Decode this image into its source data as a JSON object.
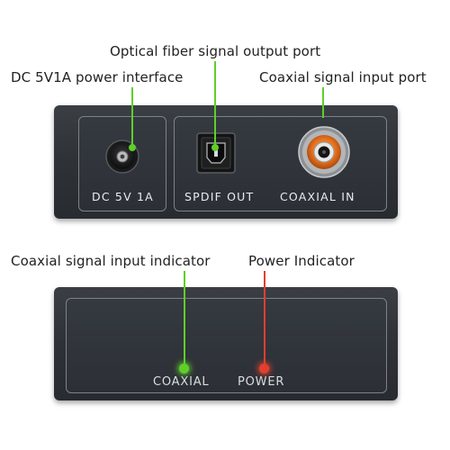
{
  "callouts": {
    "optical_port": "Optical fiber signal output port",
    "dc_power": "DC 5V1A power interface",
    "coaxial_port": "Coaxial signal input port",
    "coaxial_indicator": "Coaxial signal input indicator",
    "power_indicator": "Power Indicator"
  },
  "back_panel": {
    "dc_label": "DC  5V 1A",
    "spdif_label": "SPDIF  OUT",
    "coaxial_label": "COAXIAL  IN"
  },
  "front_panel": {
    "coaxial_led_label": "COAXIAL",
    "power_led_label": "POWER"
  },
  "colors": {
    "callout_line_green": "#5fcf2a",
    "callout_line_red": "#e0402d",
    "housing": "#2e3237",
    "rca_ring": "#e8741f"
  }
}
